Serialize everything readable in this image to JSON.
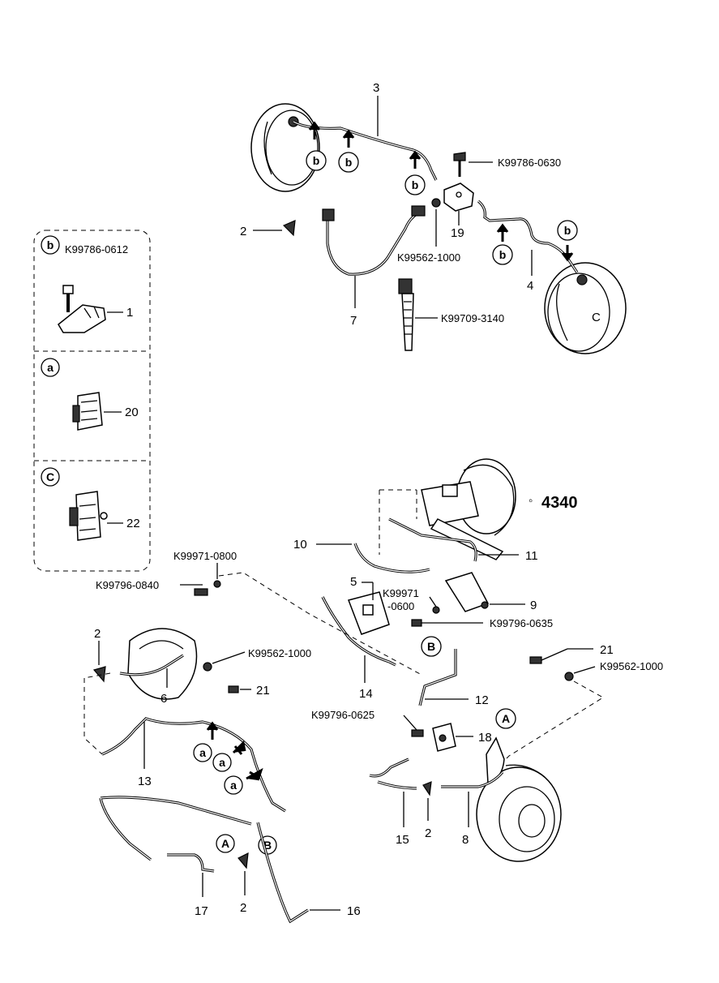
{
  "legend": {
    "b": {
      "marker": "b",
      "part_no": "K99786-0612",
      "ref": "1"
    },
    "a": {
      "marker": "a",
      "ref": "20"
    },
    "c": {
      "marker": "C",
      "ref": "22"
    }
  },
  "top": {
    "ref_3": "3",
    "ref_2": "2",
    "ref_7": "7",
    "ref_19": "19",
    "ref_4": "4",
    "pn_bolt": "K99786-0630",
    "pn_nut": "K99562-1000",
    "pn_clip": "K99709-3140",
    "marker_b": "b",
    "marker_c": "C"
  },
  "middle": {
    "ref_10": "10",
    "ref_11": "11",
    "ref_5": "5",
    "ref_9": "9",
    "pn_k99971_a": "K99971",
    "pn_k99971_b": "-0600",
    "pn_k99796_0635": "K99796-0635",
    "ref_4340": "4340",
    "pn_k99971_0800": "K99971-0800",
    "pn_k99796_0840": "K99796-0840",
    "ref_14": "14",
    "marker_B": "B"
  },
  "lower_left": {
    "ref_2": "2",
    "ref_6": "6",
    "ref_21": "21",
    "pn_k99562": "K99562-1000",
    "ref_13": "13",
    "marker_a": "a",
    "marker_A": "A",
    "marker_B": "B",
    "ref_17": "17",
    "ref_2b": "2",
    "ref_16": "16"
  },
  "lower_right": {
    "ref_21": "21",
    "pn_k99562": "K99562-1000",
    "ref_12": "12",
    "pn_k99796_0625": "K99796-0625",
    "marker_A": "A",
    "ref_18": "18",
    "ref_15": "15",
    "ref_2": "2",
    "ref_8": "8"
  }
}
